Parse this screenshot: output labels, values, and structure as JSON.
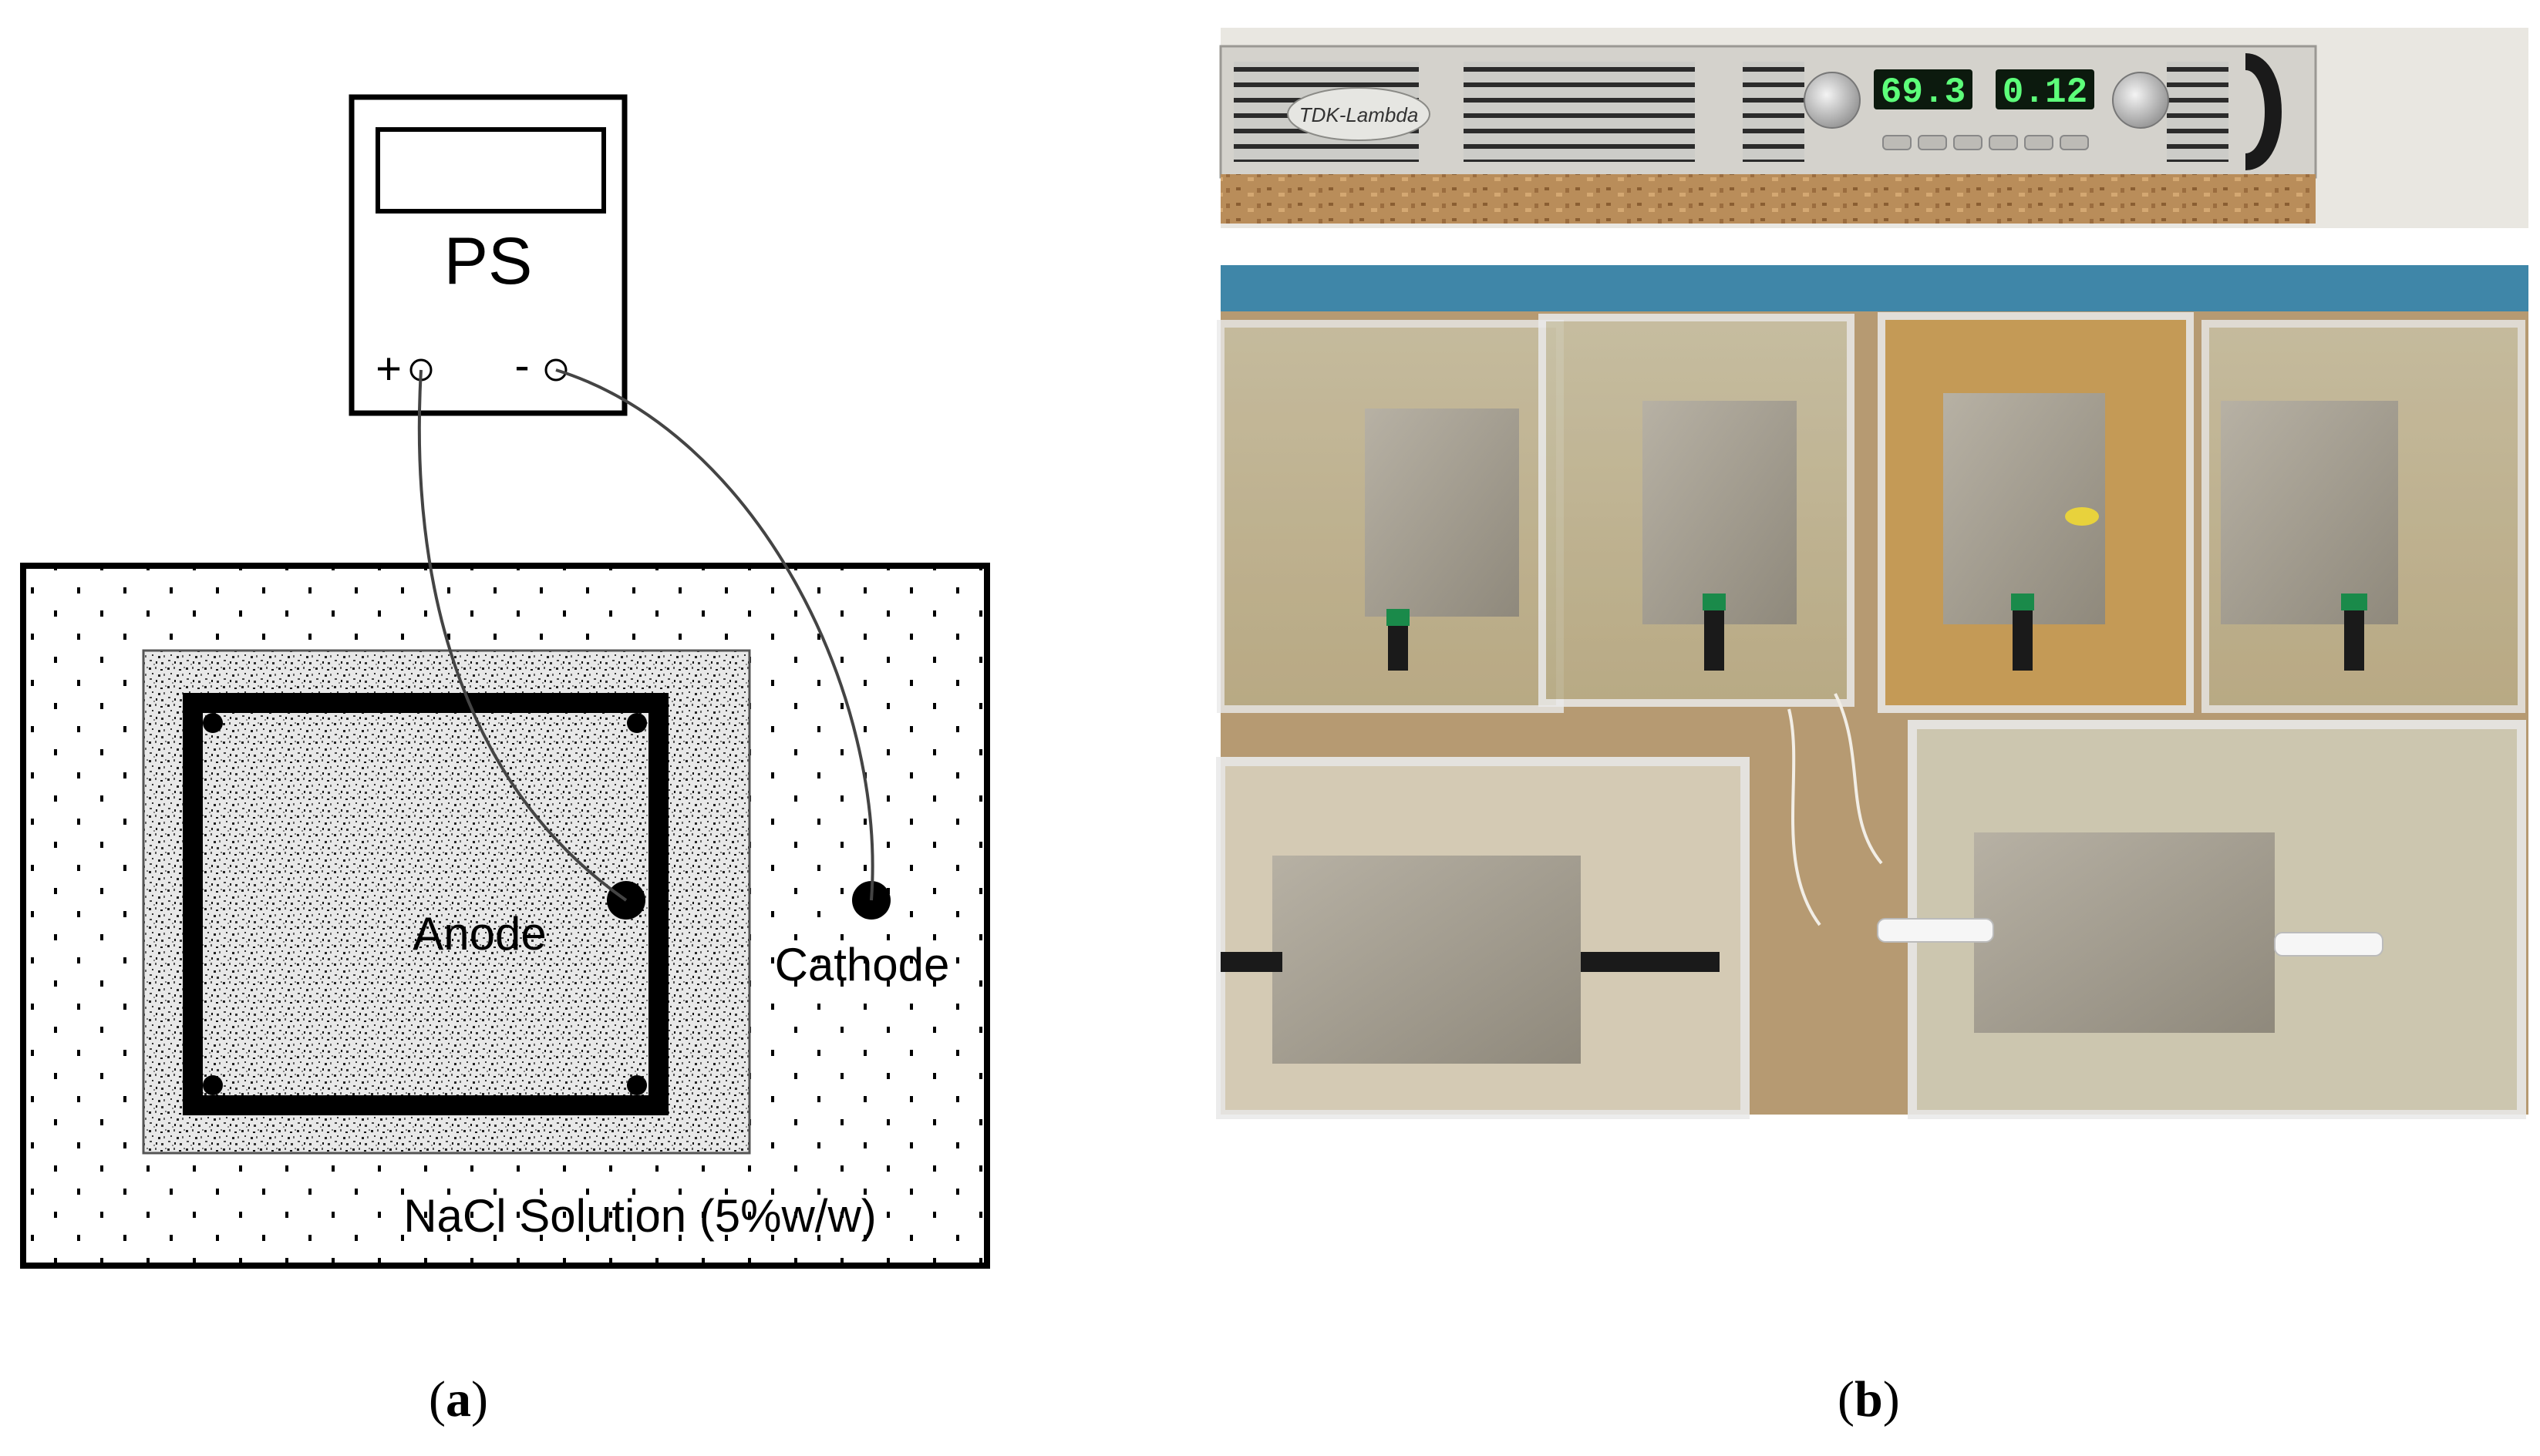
{
  "panel_a": {
    "power_supply_label": "PS",
    "terminal_positive": "+",
    "terminal_negative": "-",
    "anode_label": "Anode",
    "cathode_label": "Cathode",
    "solution_label": "NaCl Solution (5%w/w)"
  },
  "panel_b": {
    "brand_label": "TDK-Lambda",
    "voltage_readout": "69.3",
    "current_readout": "0.12"
  },
  "captions": {
    "a_open": "(",
    "a_letter": "a",
    "a_close": ")",
    "b_open": "(",
    "b_letter": "b",
    "b_close": ")"
  }
}
